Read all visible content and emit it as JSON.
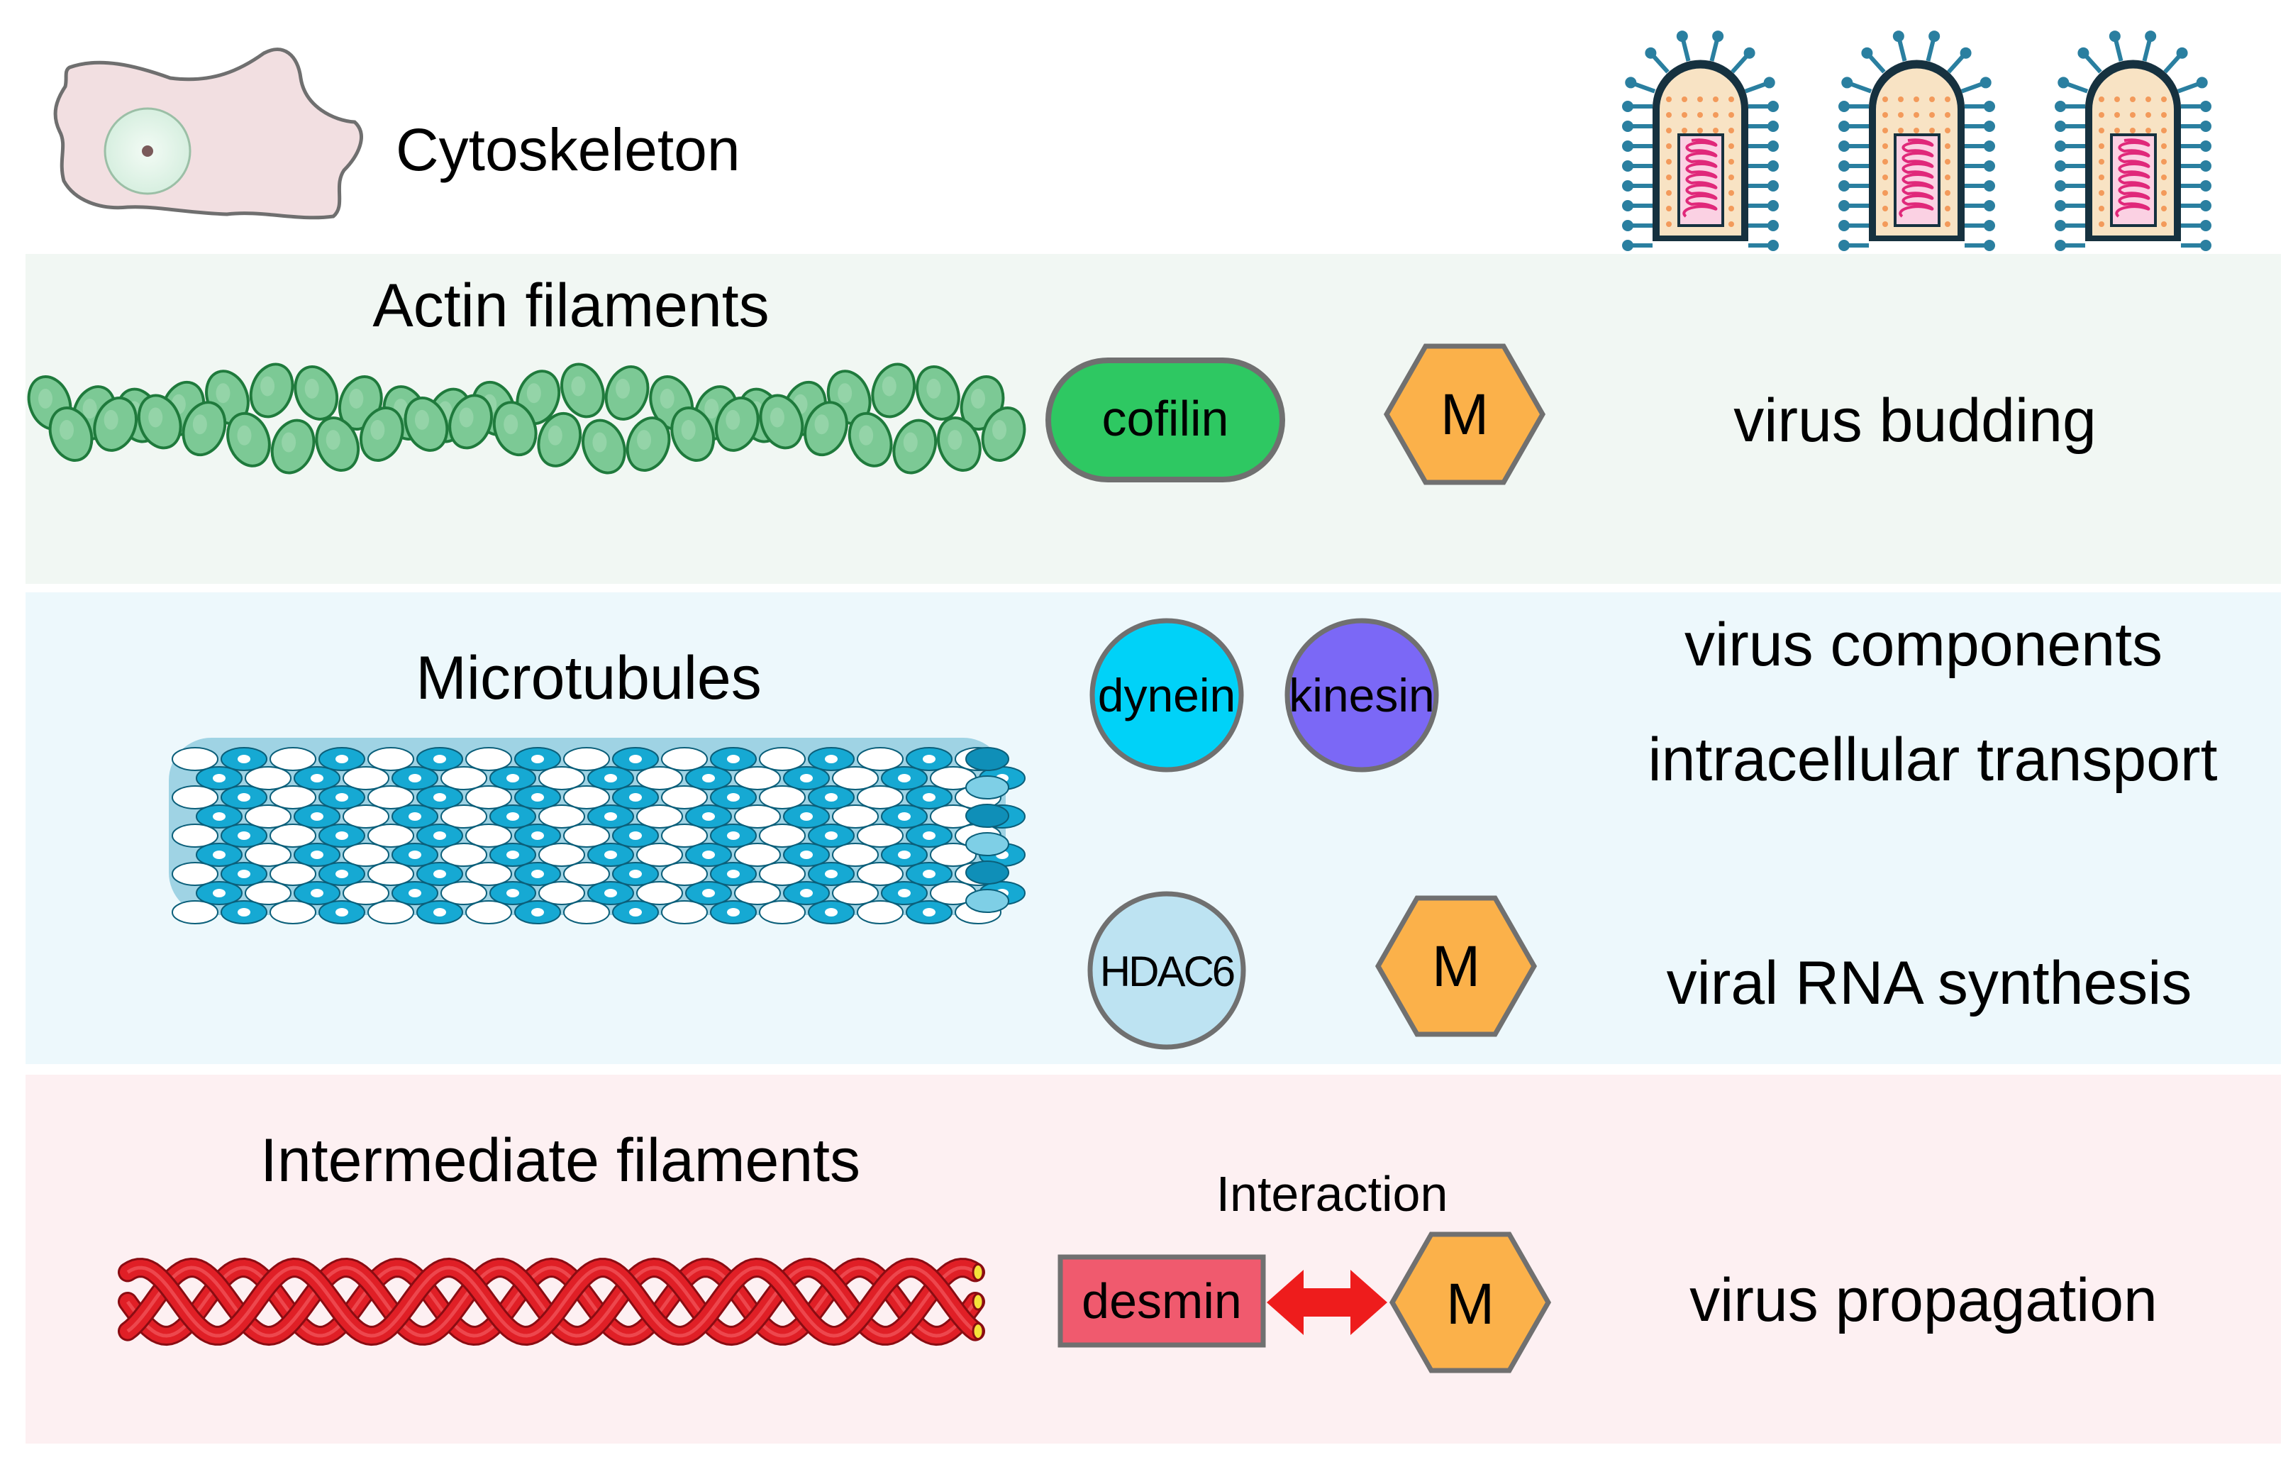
{
  "header": {
    "cell_label": "Cytoskeleton"
  },
  "panels": {
    "actin": {
      "title": "Actin filaments",
      "protein": "cofilin",
      "viral_protein": "M",
      "function": "virus budding",
      "bg_color": "#f1f7f3"
    },
    "microtubules": {
      "title": "Microtubules",
      "motor_1": "dynein",
      "motor_2": "kinesin",
      "function_line_1": "virus components",
      "function_line_2": "intracellular transport",
      "protein": "HDAC6",
      "viral_protein": "M",
      "function_2": "viral RNA synthesis",
      "bg_color": "#edf8fc"
    },
    "intermediate": {
      "title": "Intermediate filaments",
      "interaction_label": "Interaction",
      "protein": "desmin",
      "viral_protein": "M",
      "function": "virus propagation",
      "bg_color": "#fdf0f2"
    }
  },
  "colors": {
    "cofilin": "#2ec862",
    "m_protein": "#fbb14a",
    "dynein": "#00d2f8",
    "kinesin": "#7b68f6",
    "hdac6": "#bde3f2",
    "desmin": "#f05a6e",
    "arrow": "#ee1c1c",
    "actin_bead": "#7cc995",
    "microtubule_blue": "#16a9d3",
    "if_red": "#e01f26"
  },
  "icons": {
    "cell": "cell-icon",
    "virus": "virion-icon"
  }
}
